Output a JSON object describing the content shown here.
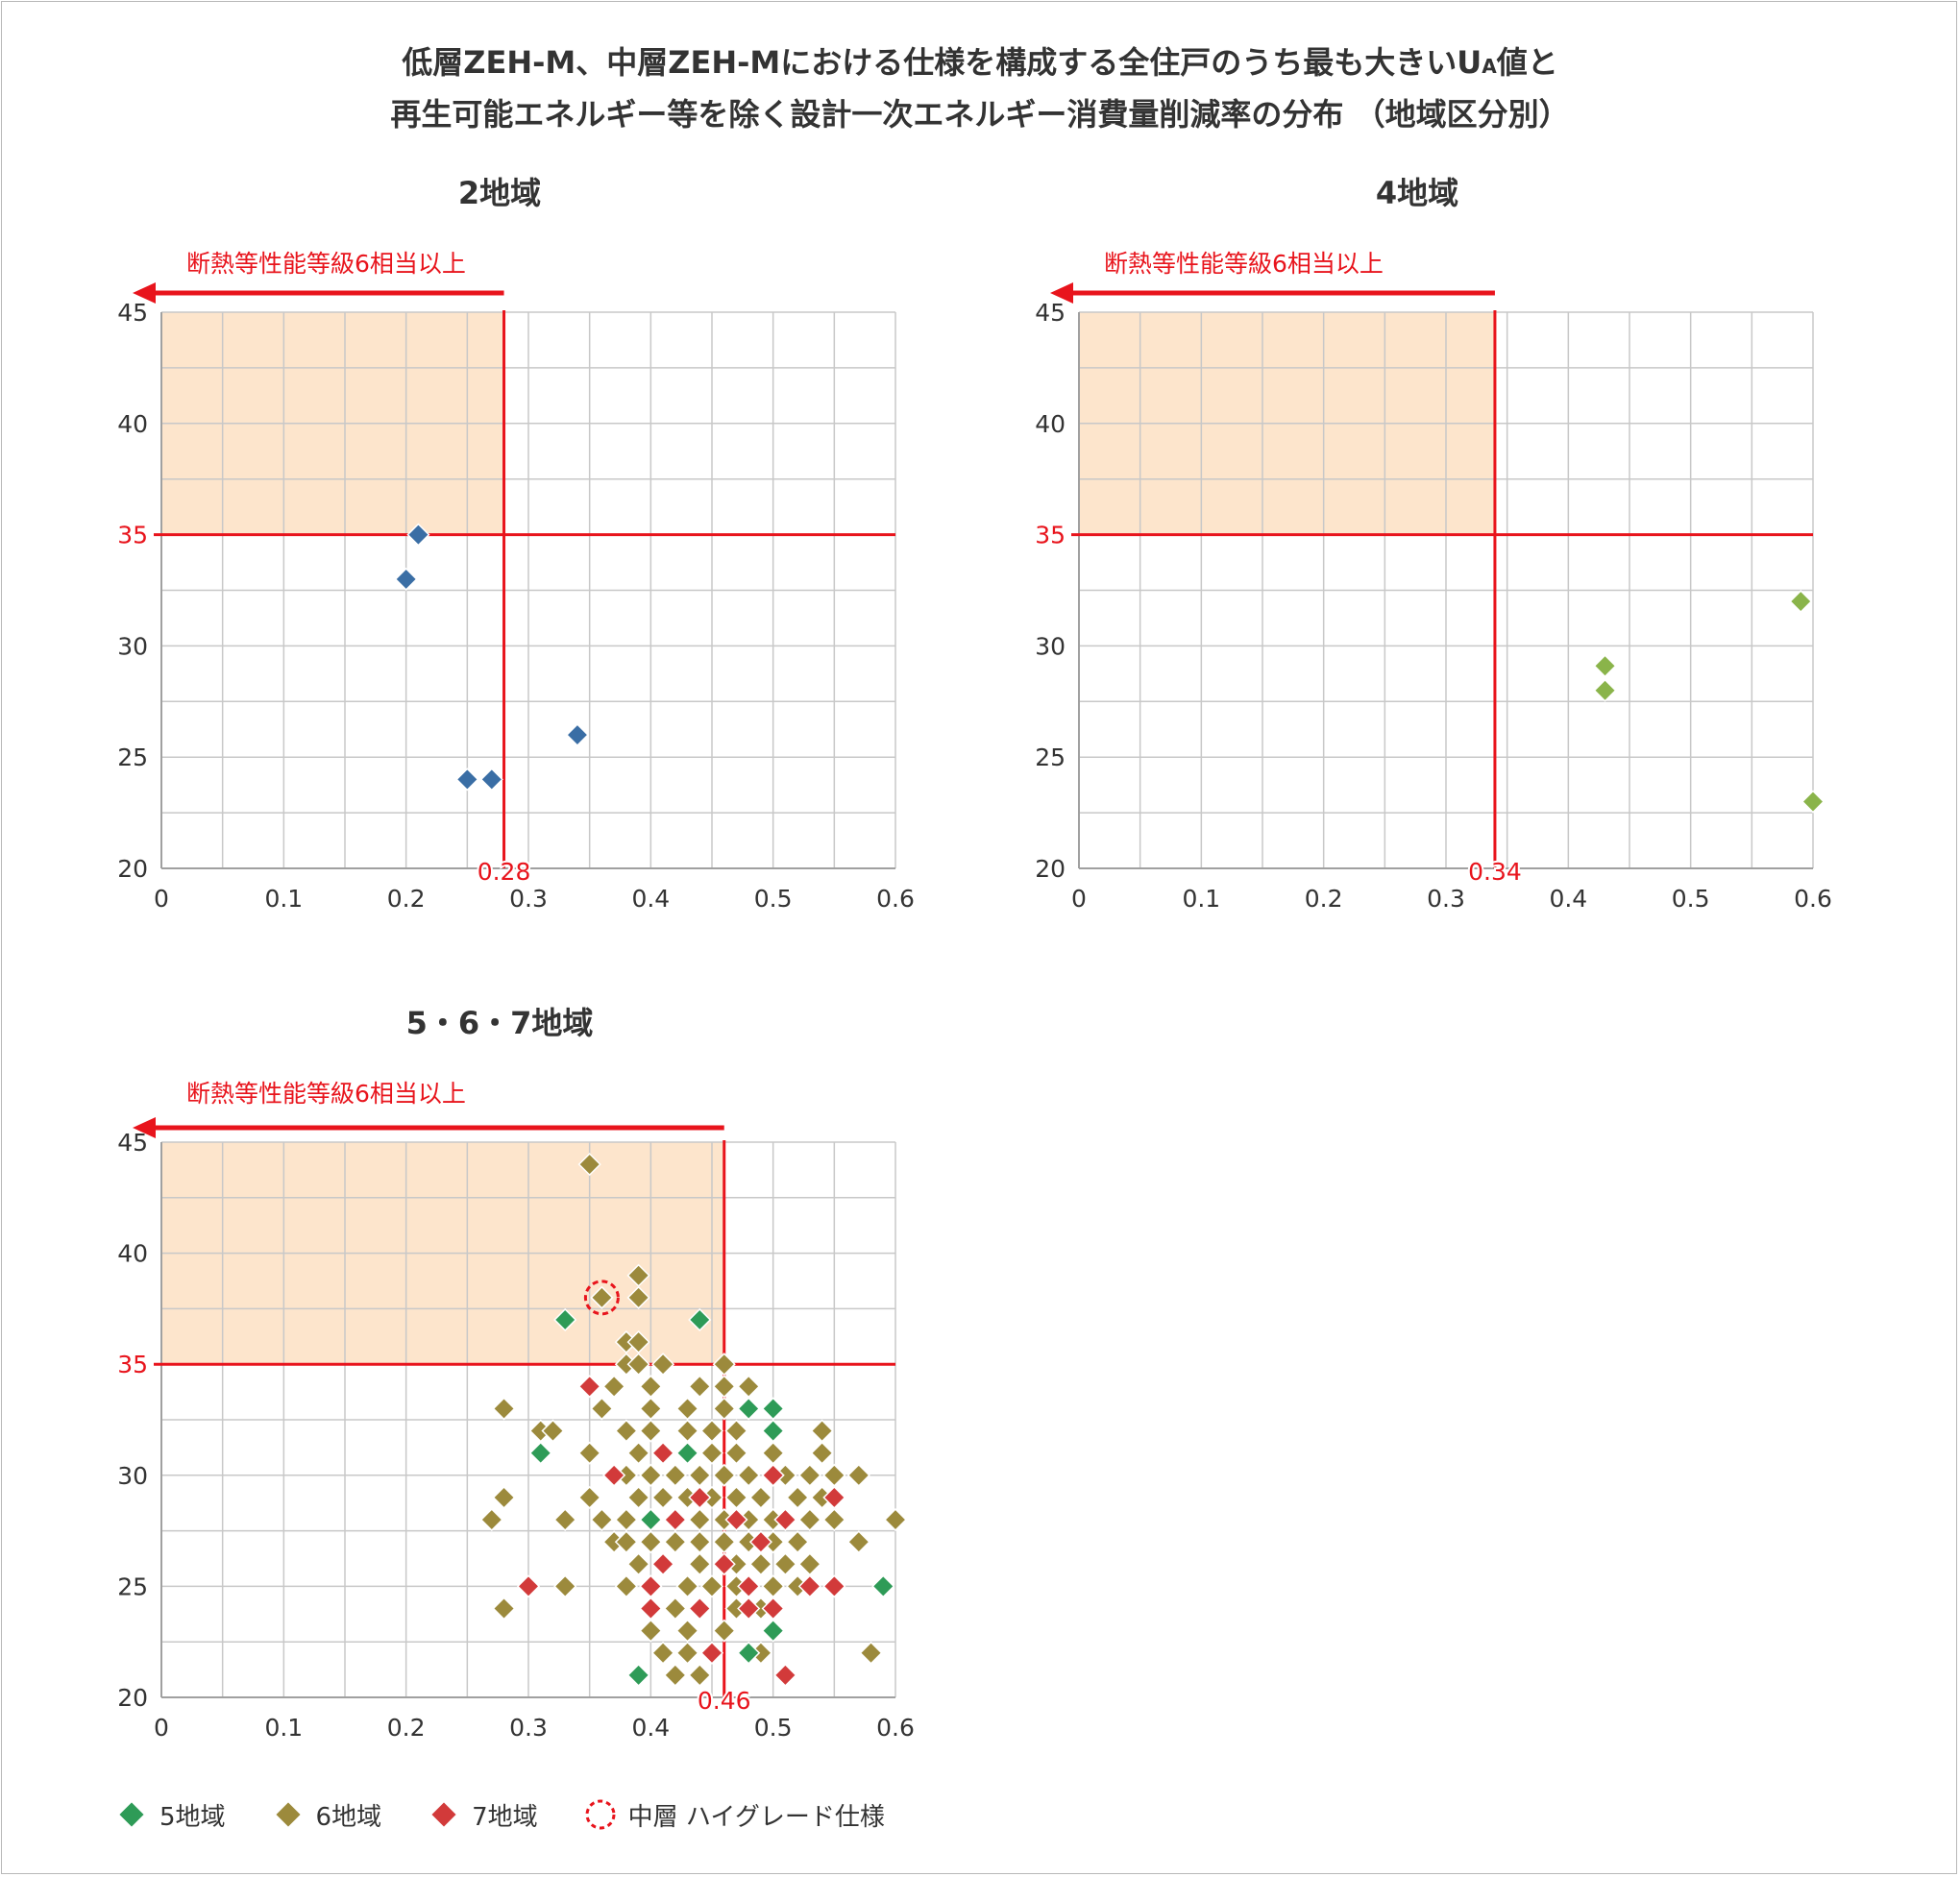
{
  "title": {
    "part1": "低層ZEH-M、中層ZEH-Mにおける仕様を構成する全住戸のうち最も大きいU",
    "sub": "A",
    "part2": "値と",
    "line2": "再生可能エネルギー等を除く設計一次エネルギー消費量削減率の分布 （地域区分別）"
  },
  "colors": {
    "zone5": "#2e9b57",
    "zone6": "#9c8a3c",
    "zone7": "#d23a3a",
    "zone2": "#3a6ea5",
    "zone4": "#8ab44a",
    "red": "#e8141c",
    "shade": "#fde5cc",
    "grid": "#c8c8c8",
    "axis": "#a0a0a0"
  },
  "legend": [
    {
      "label": "5地域",
      "marker": "diamond",
      "color": "#2e9b57"
    },
    {
      "label": "6地域",
      "marker": "diamond",
      "color": "#9c8a3c"
    },
    {
      "label": "7地域",
      "marker": "diamond",
      "color": "#d23a3a"
    },
    {
      "label": "中層 ハイグレード仕様",
      "marker": "dashed-circle",
      "color": "#e8141c"
    }
  ],
  "chart_data": [
    {
      "type": "scatter",
      "title": "2地域",
      "xlabel": "",
      "ylabel": "",
      "xlim": [
        0,
        0.6
      ],
      "ylim": [
        20,
        45
      ],
      "xticks": [
        "0",
        "0.1",
        "0.2",
        "0.3",
        "0.4",
        "0.5",
        "0.6"
      ],
      "yticks": [
        "20",
        "25",
        "30",
        "35",
        "40",
        "45"
      ],
      "grid": true,
      "threshold_x": 0.28,
      "threshold_x_label": "0.28",
      "threshold_y": 35,
      "threshold_y_label": "35",
      "arrow_label": "断熱等性能等級6相当以上",
      "series": [
        {
          "color": "#3a6ea5",
          "points": [
            [
              0.21,
              35
            ],
            [
              0.2,
              33
            ],
            [
              0.25,
              24
            ],
            [
              0.27,
              24
            ],
            [
              0.34,
              26
            ]
          ]
        }
      ]
    },
    {
      "type": "scatter",
      "title": "4地域",
      "xlabel": "",
      "ylabel": "",
      "xlim": [
        0,
        0.6
      ],
      "ylim": [
        20,
        45
      ],
      "xticks": [
        "0",
        "0.1",
        "0.2",
        "0.3",
        "0.4",
        "0.5",
        "0.6"
      ],
      "yticks": [
        "20",
        "25",
        "30",
        "35",
        "40",
        "45"
      ],
      "grid": true,
      "threshold_x": 0.34,
      "threshold_x_label": "0.34",
      "threshold_y": 35,
      "threshold_y_label": "35",
      "arrow_label": "断熱等性能等級6相当以上",
      "series": [
        {
          "color": "#8ab44a",
          "points": [
            [
              0.59,
              32
            ],
            [
              0.43,
              29.1
            ],
            [
              0.43,
              28
            ],
            [
              0.6,
              23
            ]
          ]
        }
      ]
    },
    {
      "type": "scatter",
      "title": "5・6・7地域",
      "xlabel": "",
      "ylabel": "",
      "xlim": [
        0,
        0.6
      ],
      "ylim": [
        20,
        45
      ],
      "xticks": [
        "0",
        "0.1",
        "0.2",
        "0.3",
        "0.4",
        "0.5",
        "0.6"
      ],
      "yticks": [
        "20",
        "25",
        "30",
        "35",
        "40",
        "45"
      ],
      "grid": true,
      "threshold_x": 0.46,
      "threshold_x_label": "0.46",
      "threshold_y": 35,
      "threshold_y_label": "35",
      "arrow_label": "断熱等性能等級6相当以上",
      "highlight": {
        "label": "中層 ハイグレード仕様",
        "point": [
          0.36,
          38
        ]
      },
      "series": [
        {
          "name": "6地域",
          "color": "#9c8a3c",
          "points": [
            [
              0.35,
              44
            ],
            [
              0.39,
              39
            ],
            [
              0.36,
              38
            ],
            [
              0.39,
              38
            ],
            [
              0.38,
              36
            ],
            [
              0.39,
              36
            ],
            [
              0.38,
              35
            ],
            [
              0.39,
              35
            ],
            [
              0.41,
              35
            ],
            [
              0.46,
              35
            ],
            [
              0.37,
              34
            ],
            [
              0.4,
              34
            ],
            [
              0.44,
              34
            ],
            [
              0.46,
              34
            ],
            [
              0.48,
              34
            ],
            [
              0.28,
              33
            ],
            [
              0.36,
              33
            ],
            [
              0.4,
              33
            ],
            [
              0.43,
              33
            ],
            [
              0.46,
              33
            ],
            [
              0.31,
              32
            ],
            [
              0.32,
              32
            ],
            [
              0.38,
              32
            ],
            [
              0.4,
              32
            ],
            [
              0.43,
              32
            ],
            [
              0.45,
              32
            ],
            [
              0.47,
              32
            ],
            [
              0.54,
              32
            ],
            [
              0.35,
              31
            ],
            [
              0.39,
              31
            ],
            [
              0.41,
              31
            ],
            [
              0.43,
              31
            ],
            [
              0.45,
              31
            ],
            [
              0.47,
              31
            ],
            [
              0.5,
              31
            ],
            [
              0.54,
              31
            ],
            [
              0.38,
              30
            ],
            [
              0.4,
              30
            ],
            [
              0.42,
              30
            ],
            [
              0.44,
              30
            ],
            [
              0.46,
              30
            ],
            [
              0.48,
              30
            ],
            [
              0.51,
              30
            ],
            [
              0.53,
              30
            ],
            [
              0.55,
              30
            ],
            [
              0.57,
              30
            ],
            [
              0.28,
              29
            ],
            [
              0.35,
              29
            ],
            [
              0.39,
              29
            ],
            [
              0.41,
              29
            ],
            [
              0.43,
              29
            ],
            [
              0.45,
              29
            ],
            [
              0.47,
              29
            ],
            [
              0.49,
              29
            ],
            [
              0.52,
              29
            ],
            [
              0.54,
              29
            ],
            [
              0.27,
              28
            ],
            [
              0.33,
              28
            ],
            [
              0.36,
              28
            ],
            [
              0.38,
              28
            ],
            [
              0.4,
              28
            ],
            [
              0.42,
              28
            ],
            [
              0.44,
              28
            ],
            [
              0.46,
              28
            ],
            [
              0.48,
              28
            ],
            [
              0.5,
              28
            ],
            [
              0.53,
              28
            ],
            [
              0.55,
              28
            ],
            [
              0.6,
              28
            ],
            [
              0.37,
              27
            ],
            [
              0.38,
              27
            ],
            [
              0.4,
              27
            ],
            [
              0.42,
              27
            ],
            [
              0.44,
              27
            ],
            [
              0.46,
              27
            ],
            [
              0.48,
              27
            ],
            [
              0.5,
              27
            ],
            [
              0.52,
              27
            ],
            [
              0.57,
              27
            ],
            [
              0.39,
              26
            ],
            [
              0.41,
              26
            ],
            [
              0.44,
              26
            ],
            [
              0.47,
              26
            ],
            [
              0.49,
              26
            ],
            [
              0.51,
              26
            ],
            [
              0.53,
              26
            ],
            [
              0.33,
              25
            ],
            [
              0.38,
              25
            ],
            [
              0.4,
              25
            ],
            [
              0.43,
              25
            ],
            [
              0.45,
              25
            ],
            [
              0.47,
              25
            ],
            [
              0.5,
              25
            ],
            [
              0.52,
              25
            ],
            [
              0.28,
              24
            ],
            [
              0.42,
              24
            ],
            [
              0.44,
              24
            ],
            [
              0.47,
              24
            ],
            [
              0.49,
              24
            ],
            [
              0.4,
              23
            ],
            [
              0.43,
              23
            ],
            [
              0.46,
              23
            ],
            [
              0.41,
              22
            ],
            [
              0.43,
              22
            ],
            [
              0.45,
              22
            ],
            [
              0.49,
              22
            ],
            [
              0.58,
              22
            ],
            [
              0.42,
              21
            ],
            [
              0.44,
              21
            ]
          ]
        },
        {
          "name": "5地域",
          "color": "#2e9b57",
          "points": [
            [
              0.33,
              37
            ],
            [
              0.44,
              37
            ],
            [
              0.48,
              33
            ],
            [
              0.5,
              33
            ],
            [
              0.5,
              32
            ],
            [
              0.31,
              31
            ],
            [
              0.43,
              31
            ],
            [
              0.4,
              28
            ],
            [
              0.59,
              25
            ],
            [
              0.5,
              23
            ],
            [
              0.48,
              22
            ],
            [
              0.39,
              21
            ]
          ]
        },
        {
          "name": "7地域",
          "color": "#d23a3a",
          "points": [
            [
              0.35,
              34
            ],
            [
              0.41,
              31
            ],
            [
              0.37,
              30
            ],
            [
              0.5,
              30
            ],
            [
              0.44,
              29
            ],
            [
              0.55,
              29
            ],
            [
              0.42,
              28
            ],
            [
              0.47,
              28
            ],
            [
              0.51,
              28
            ],
            [
              0.41,
              26
            ],
            [
              0.46,
              26
            ],
            [
              0.49,
              27
            ],
            [
              0.3,
              25
            ],
            [
              0.4,
              25
            ],
            [
              0.48,
              25
            ],
            [
              0.53,
              25
            ],
            [
              0.55,
              25
            ],
            [
              0.4,
              24
            ],
            [
              0.44,
              24
            ],
            [
              0.48,
              24
            ],
            [
              0.5,
              24
            ],
            [
              0.45,
              22
            ],
            [
              0.51,
              21
            ]
          ]
        }
      ]
    }
  ]
}
